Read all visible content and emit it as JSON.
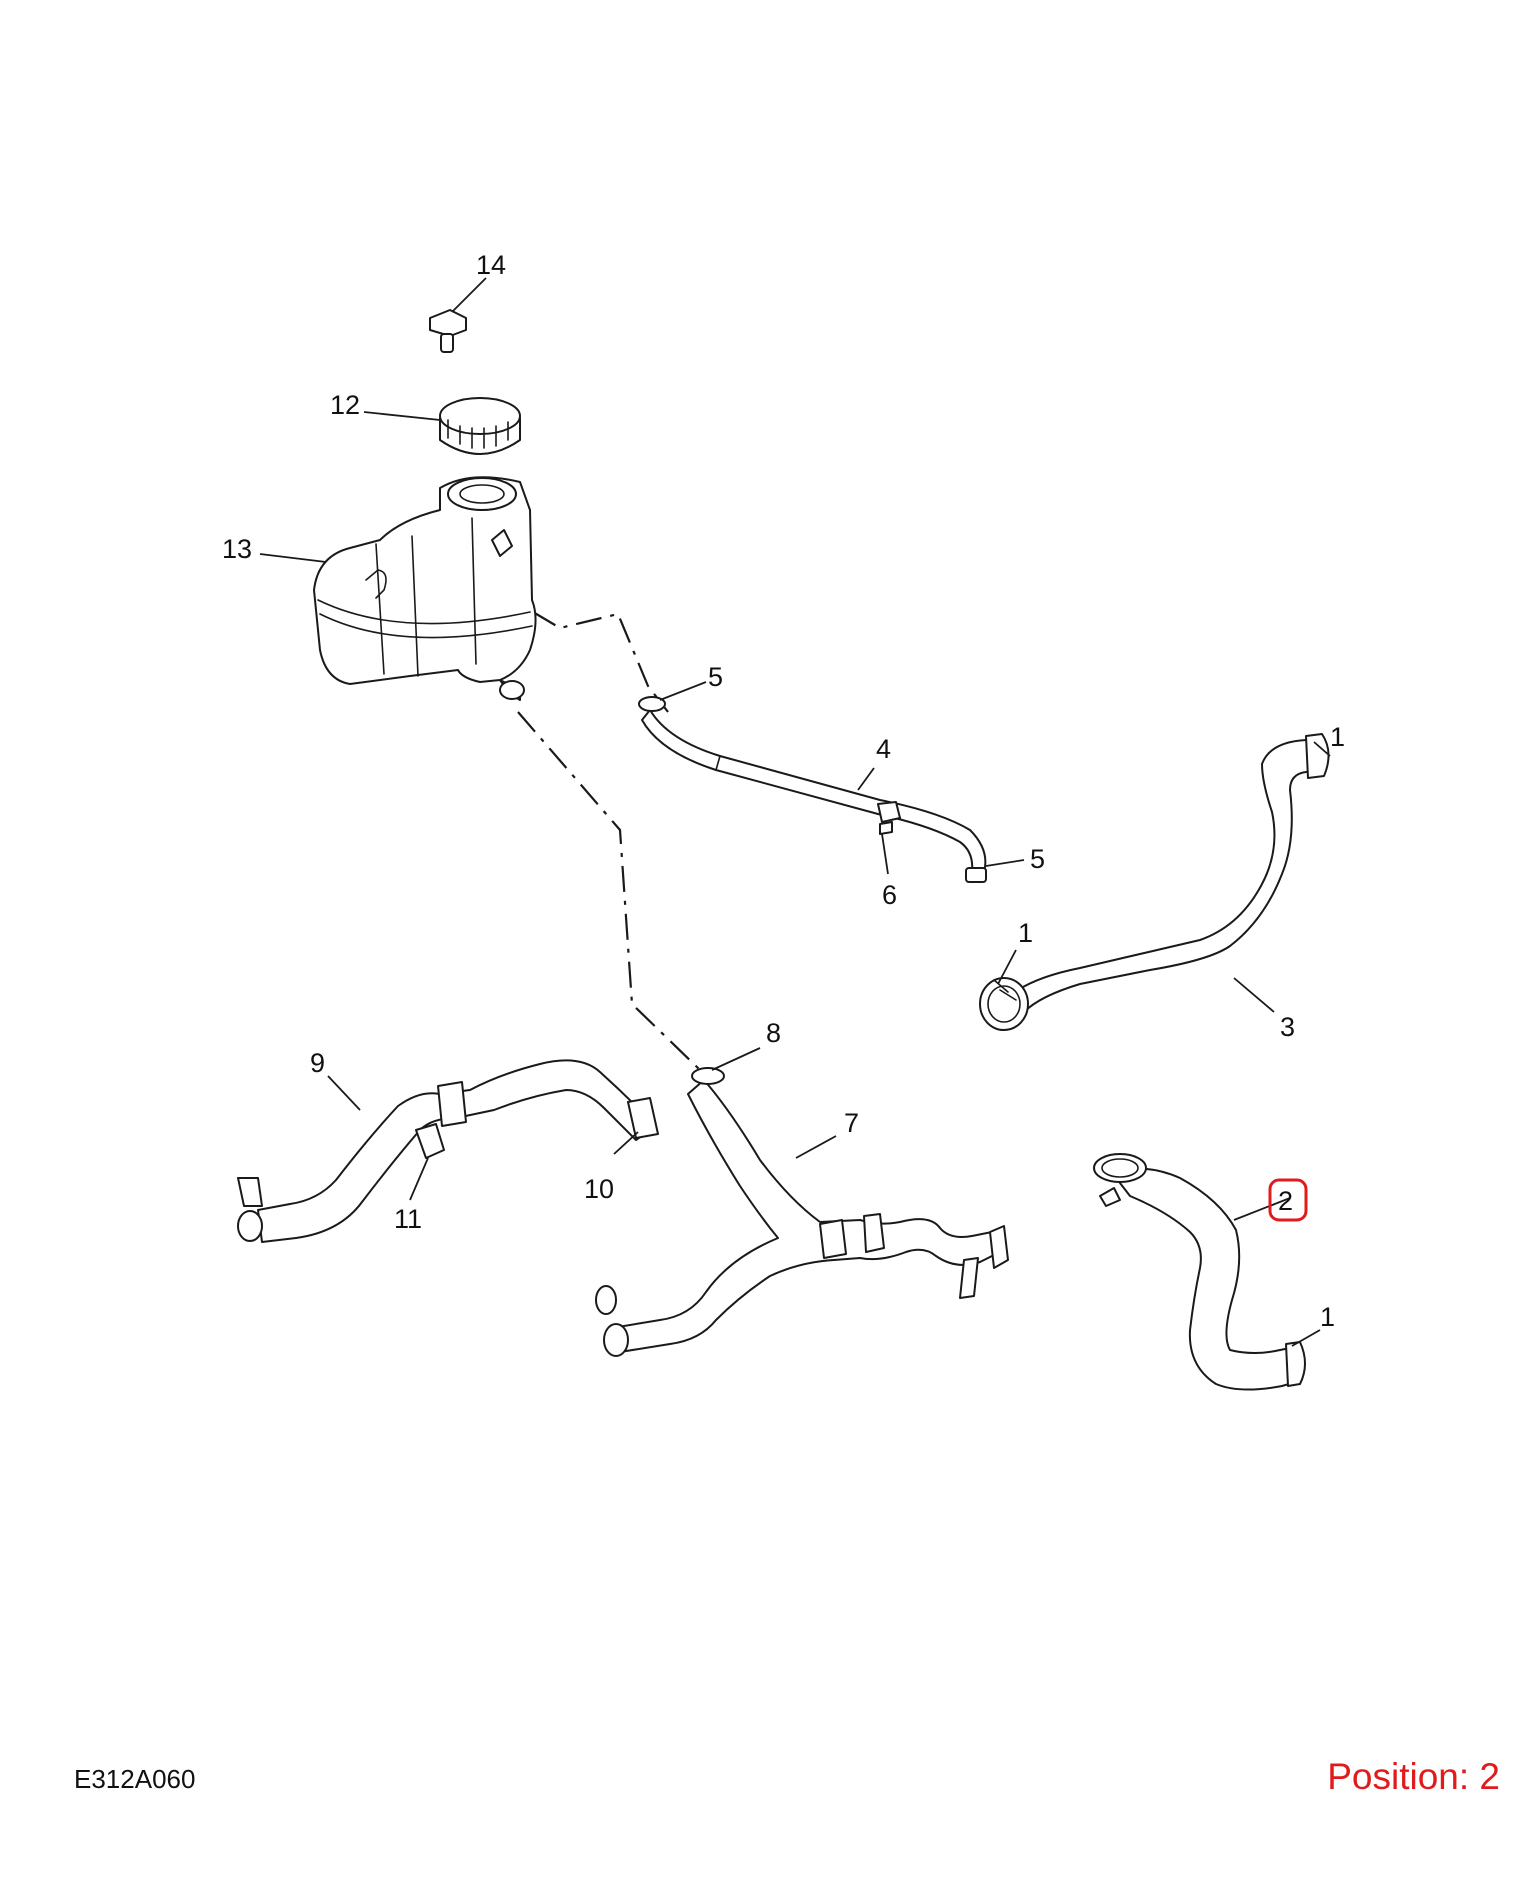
{
  "diagram": {
    "reference_code": "E312A060",
    "position_label": "Position: 2",
    "highlight_color": "#e11b1b",
    "callouts": {
      "p1a": "1",
      "p1b": "1",
      "p1c": "1",
      "p2": "2",
      "p3": "3",
      "p4": "4",
      "p5a": "5",
      "p5b": "5",
      "p6": "6",
      "p7": "7",
      "p8": "8",
      "p9": "9",
      "p10": "10",
      "p11": "11",
      "p12": "12",
      "p13": "13",
      "p14": "14"
    }
  }
}
